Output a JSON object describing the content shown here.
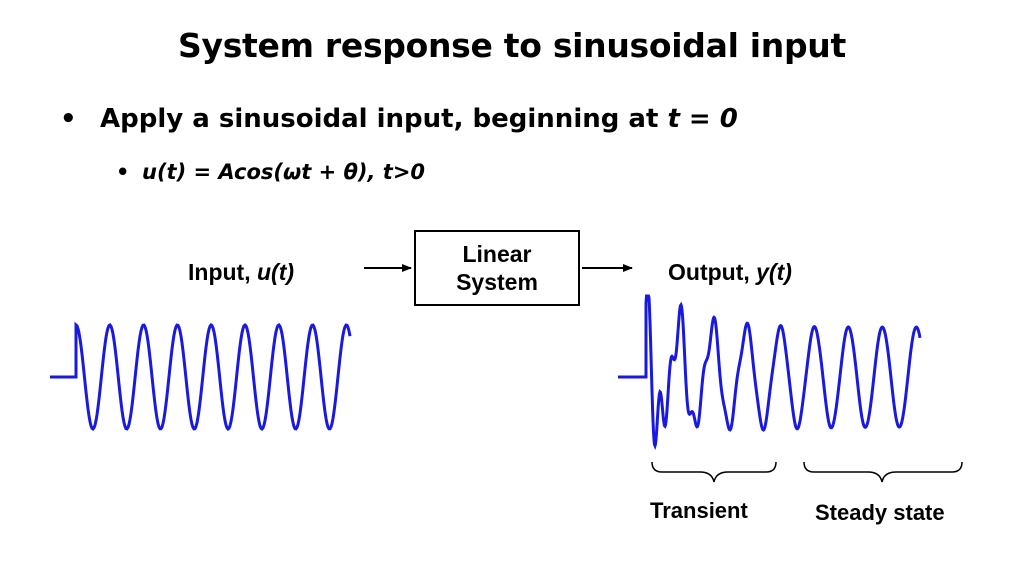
{
  "title": "System response to sinusoidal input",
  "bullet1": {
    "text": "Apply a sinusoidal input, beginning at ",
    "emph": "t = 0"
  },
  "bullet2": {
    "text": "u(t) = Acos(ωt + θ), t>0"
  },
  "diagram": {
    "input_label": "Input, ",
    "input_var": "u(t)",
    "system_line1": "Linear",
    "system_line2": "System",
    "output_label": "Output, ",
    "output_var": "y(t)",
    "transient_label": "Transient",
    "steady_label": "Steady state"
  },
  "colors": {
    "signal": "#1a1adf",
    "text": "#000000"
  }
}
